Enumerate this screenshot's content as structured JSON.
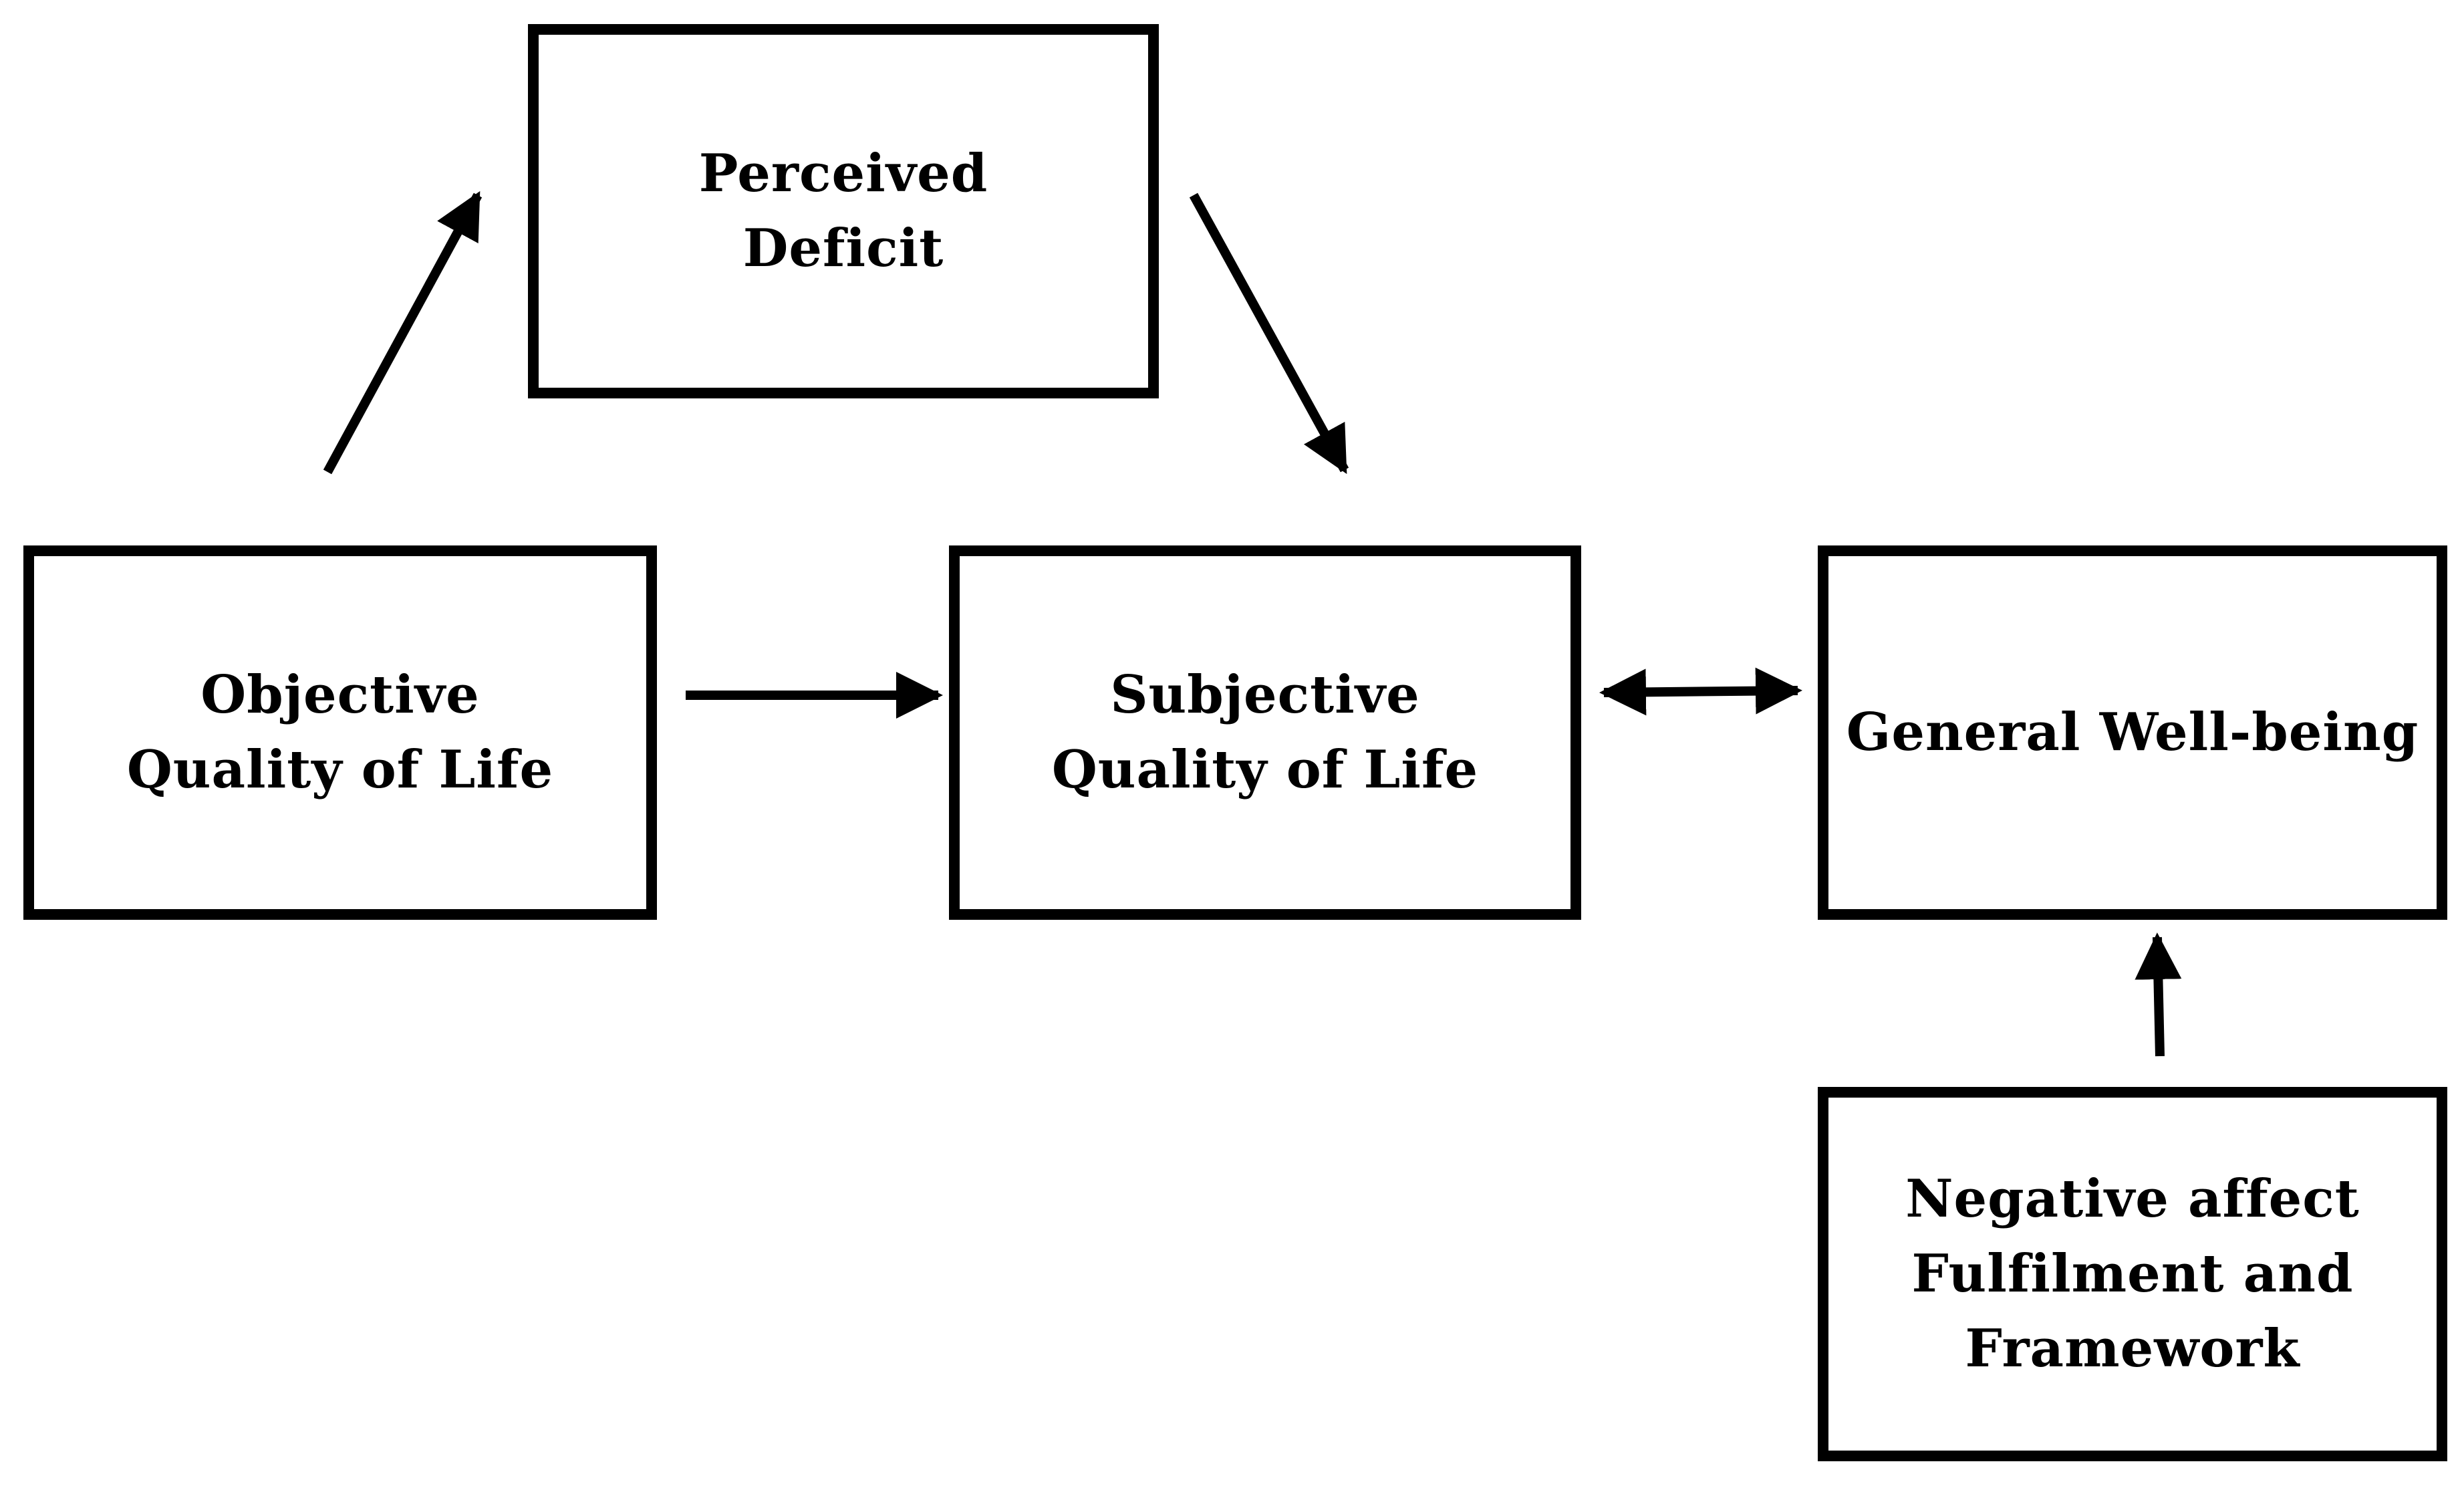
{
  "boxes": {
    "perceived_deficit": {
      "lines": [
        "Perceived",
        "Deficit"
      ]
    },
    "objective_qol": {
      "lines": [
        "Objective",
        "Quality of Life"
      ]
    },
    "subjective_qol": {
      "lines": [
        "Subjective",
        "Quality of Life"
      ]
    },
    "general_wellbeing": {
      "lines": [
        "General Well-being"
      ]
    },
    "negative_affect": {
      "lines": [
        "Negative affect",
        "Fulfilment and",
        "Framework"
      ]
    }
  },
  "relations": [
    {
      "from": "Objective Quality of Life",
      "to": "Perceived Deficit",
      "direction": "one-way"
    },
    {
      "from": "Perceived Deficit",
      "to": "Subjective Quality of Life",
      "direction": "one-way"
    },
    {
      "from": "Objective Quality of Life",
      "to": "Subjective Quality of Life",
      "direction": "one-way"
    },
    {
      "from": "Subjective Quality of Life",
      "to": "General Well-being",
      "direction": "two-way"
    },
    {
      "from": "Negative affect Fulfilment and Framework",
      "to": "General Well-being",
      "direction": "one-way"
    }
  ]
}
